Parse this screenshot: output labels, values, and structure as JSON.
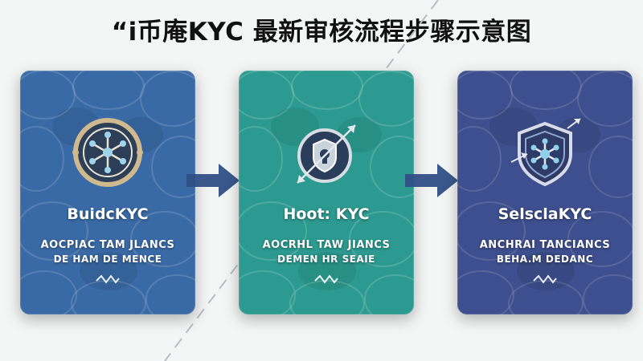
{
  "title": "“i币庵KYC 最新审核流程步骤示意图",
  "colors": {
    "card1": "#3a6aa6",
    "card2": "#2c9a90",
    "card3": "#3d4f8e",
    "arrow": "#2f4f86",
    "emblem_ring": "#d0b98e"
  },
  "steps": [
    {
      "title": "BuidcKYC",
      "line1": "AOCPIAC TAM JLANCS",
      "line2": "DE HAM DE MENCE",
      "icon": "network-hub-icon"
    },
    {
      "title": "Hoot: KYC",
      "line1": "AOCRHL TAW JIANCS",
      "line2": "DEMEN HR SEAIE",
      "icon": "shield-lock-icon"
    },
    {
      "title": "SelsclaKYC",
      "line1": "ANCHRAI TANCIANCS",
      "line2": "BEHA.M DEDANC",
      "icon": "shield-network-icon"
    }
  ]
}
